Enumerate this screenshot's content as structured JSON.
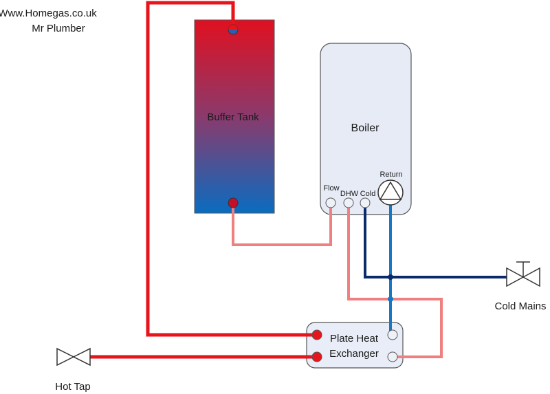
{
  "credit": {
    "website": "Www.Homegas.co.uk",
    "author": "Mr Plumber"
  },
  "buffer_tank": {
    "label": "Buffer Tank"
  },
  "boiler": {
    "label": "Boiler",
    "ports": {
      "flow": "Flow",
      "dhw": "DHW",
      "cold": "Cold",
      "return": "Return"
    }
  },
  "heat_exchanger": {
    "line1": "Plate Heat",
    "line2": "Exchanger"
  },
  "valves": {
    "cold_mains": "Cold Mains",
    "hot_tap": "Hot Tap"
  },
  "colors": {
    "hot_red": "#e8141c",
    "flow_pink": "#f08080",
    "cold_navy": "#0b2a6b",
    "return_blue": "#1777c2",
    "tank_top": "#e01020",
    "tank_bottom": "#0a6cc0",
    "boiler_fill": "#e6ebf6",
    "hx_fill": "#e8edf7"
  }
}
